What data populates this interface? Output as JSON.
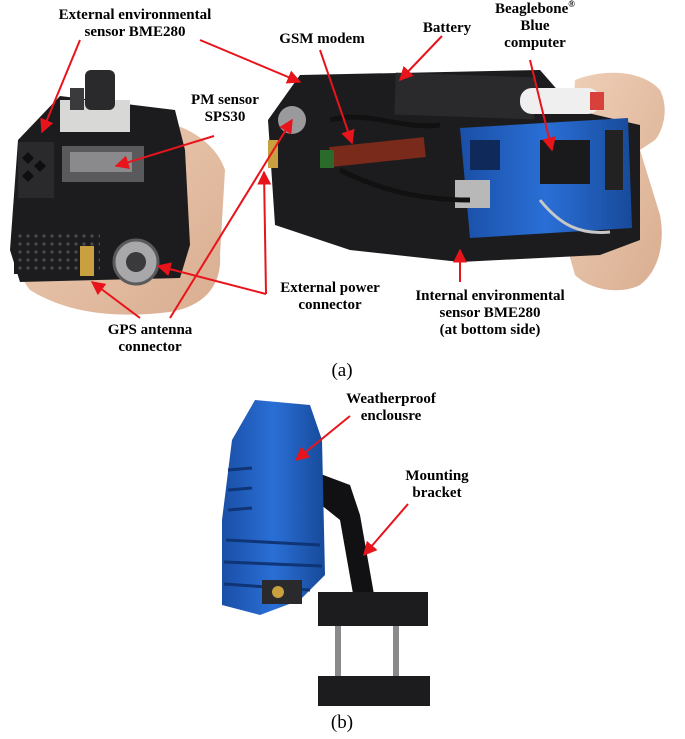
{
  "panel_a": {
    "caption": "(a)",
    "labels": {
      "ext_env_sensor": [
        "External environmental",
        "sensor BME280"
      ],
      "gsm_modem": [
        "GSM modem"
      ],
      "battery": [
        "Battery"
      ],
      "beaglebone_name": "Beaglebone",
      "beaglebone_reg": "®",
      "beaglebone_rest": [
        "Blue",
        "computer"
      ],
      "pm_sensor": [
        "PM sensor",
        "SPS30"
      ],
      "ext_power": [
        "External power",
        "connector"
      ],
      "gps_antenna": [
        "GPS antenna",
        "connector"
      ],
      "int_env_sensor": [
        "Internal environmental",
        "sensor BME280",
        "(at bottom side)"
      ]
    }
  },
  "panel_b": {
    "caption": "(b)",
    "labels": {
      "weatherproof": [
        "Weatherproof",
        "enclousre"
      ],
      "mounting": [
        "Mounting",
        "bracket"
      ]
    }
  },
  "colors": {
    "arrow": "#e8141c",
    "enclosure_blue": "#1f5fbf",
    "plastic_black": "#1c1c1e",
    "pcb_blue": "#2f64b0",
    "skin": "#e6c1a6"
  }
}
